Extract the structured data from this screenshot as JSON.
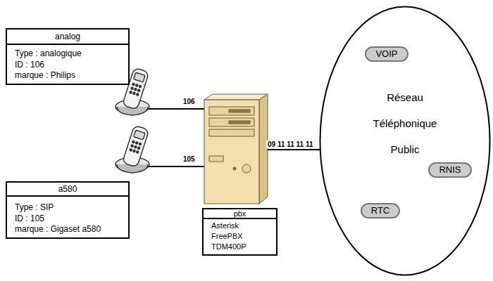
{
  "diagram": {
    "nodes": [
      {
        "text": [
          "analog",
          "Type : analogique",
          "ID : 106",
          "marque : Philips"
        ]
      },
      {
        "text": [
          "a580",
          "Type : SIP",
          "ID : 105",
          "marque : Gigaset a580"
        ]
      },
      {
        "text": [
          "pbx",
          "Asterisk",
          "FreePBX",
          "TDM400P"
        ]
      },
      {
        "text": [
          "Réseau Téléphonique Public"
        ]
      },
      {
        "text": [
          "VOIP"
        ],
        "in": 3
      },
      {
        "text": [
          "RNIS"
        ],
        "in": 3
      },
      {
        "text": [
          "RTC"
        ],
        "in": 3
      }
    ],
    "labels": [
      "106",
      "105",
      "09 11 11 11 11"
    ]
  }
}
